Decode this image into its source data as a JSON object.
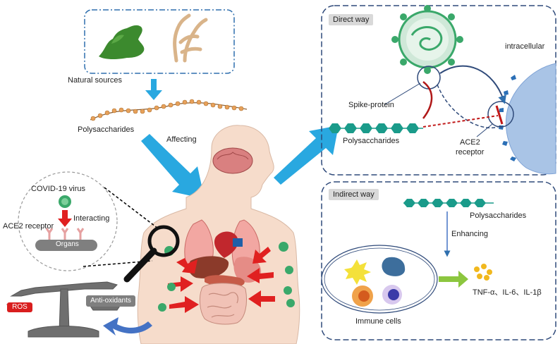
{
  "top_left": {
    "natural_sources": "Natural sources",
    "polysaccharides": "Polysaccharides",
    "affecting": "Affecting"
  },
  "inset": {
    "virus": "COVID-19 virus",
    "interacting": "Interacting",
    "receptor": "ACE2 receptor",
    "organs": "Organs"
  },
  "balance": {
    "ros": "ROS",
    "antioxidants": "Anti-oxidants"
  },
  "direct_way": {
    "tag": "Direct way",
    "intracellular": "intracellular",
    "spike": "Spike-protein",
    "polysaccharides": "Polysaccharides",
    "ace2_line1": "ACE2",
    "ace2_line2": "receptor"
  },
  "indirect_way": {
    "tag": "Indirect way",
    "polysaccharides": "Polysaccharides",
    "enhancing": "Enhancing",
    "immune_cells": "Immune cells",
    "cytokines": "TNF-α、IL-6、IL-1β"
  },
  "colors": {
    "arrow_blue": "#29a8e0",
    "chain_teal": "#1a9b8a",
    "virus_green": "#3aa86a",
    "panel_border": "#2f4a7a",
    "red_arrow": "#e02020",
    "cell_blue": "#a9c4e6",
    "green_arrow": "#8cc63f"
  }
}
